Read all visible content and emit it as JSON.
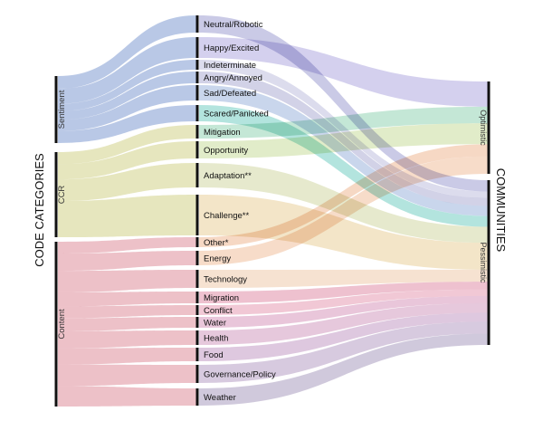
{
  "axis_titles": {
    "left": "CODE CATEGORIES",
    "right": "COMMUNITIES"
  },
  "groups": [
    {
      "key": "sentiment",
      "label": "Sentiment",
      "color": "#9eb3dd"
    },
    {
      "key": "ccr",
      "label": "CCR",
      "color": "#dcdda5"
    },
    {
      "key": "content",
      "label": "Content",
      "color": "#e6a9b3"
    }
  ],
  "codes": [
    {
      "label": "Neutral/Robotic",
      "group": "sentiment",
      "to": "pessimistic",
      "color": "#a9a9d6"
    },
    {
      "label": "Happy/Excited",
      "group": "sentiment",
      "to": "optimistic",
      "color": "#b9b3e3"
    },
    {
      "label": "Indeterminate",
      "group": "sentiment",
      "to": "pessimistic",
      "color": "#c7c7e2"
    },
    {
      "label": "Angry/Annoyed",
      "group": "sentiment",
      "to": "pessimistic",
      "color": "#b7b7d8"
    },
    {
      "label": "Sad/Defeated",
      "group": "sentiment",
      "to": "pessimistic",
      "color": "#a8bde0"
    },
    {
      "label": "Scared/Panicked",
      "group": "sentiment",
      "to": "pessimistic",
      "color": "#84d4c9"
    },
    {
      "label": "Mitigation",
      "group": "ccr",
      "to": "optimistic",
      "color": "#9fd8bd"
    },
    {
      "label": "Opportunity",
      "group": "ccr",
      "to": "optimistic",
      "color": "#cfe0a8"
    },
    {
      "label": "Adaptation**",
      "group": "ccr",
      "to": "pessimistic",
      "color": "#d6dcae"
    },
    {
      "label": "Challenge**",
      "group": "ccr",
      "to": "pessimistic",
      "color": "#ecd5a6"
    },
    {
      "label": "Other*",
      "group": "content",
      "to": "optimistic",
      "color": "#f0c0a0"
    },
    {
      "label": "Energy",
      "group": "content",
      "to": "optimistic",
      "color": "#f2c7a8"
    },
    {
      "label": "Technology",
      "group": "content",
      "to": "pessimistic",
      "color": "#f0d0b4"
    },
    {
      "label": "Migration",
      "group": "content",
      "to": "pessimistic",
      "color": "#e49bb2"
    },
    {
      "label": "Conflict",
      "group": "content",
      "to": "pessimistic",
      "color": "#e8a6bc"
    },
    {
      "label": "Water",
      "group": "content",
      "to": "pessimistic",
      "color": "#dba3c4"
    },
    {
      "label": "Health",
      "group": "content",
      "to": "pessimistic",
      "color": "#d6a6c6"
    },
    {
      "label": "Food",
      "group": "content",
      "to": "pessimistic",
      "color": "#c9a7cb"
    },
    {
      "label": "Governance/Policy",
      "group": "content",
      "to": "pessimistic",
      "color": "#bfa9cb"
    },
    {
      "label": "Weather",
      "group": "content",
      "to": "pessimistic",
      "color": "#b3a8c7"
    }
  ],
  "communities": [
    {
      "key": "optimistic",
      "label": "Optimistic"
    },
    {
      "key": "pessimistic",
      "label": "Pessimistic"
    }
  ]
}
